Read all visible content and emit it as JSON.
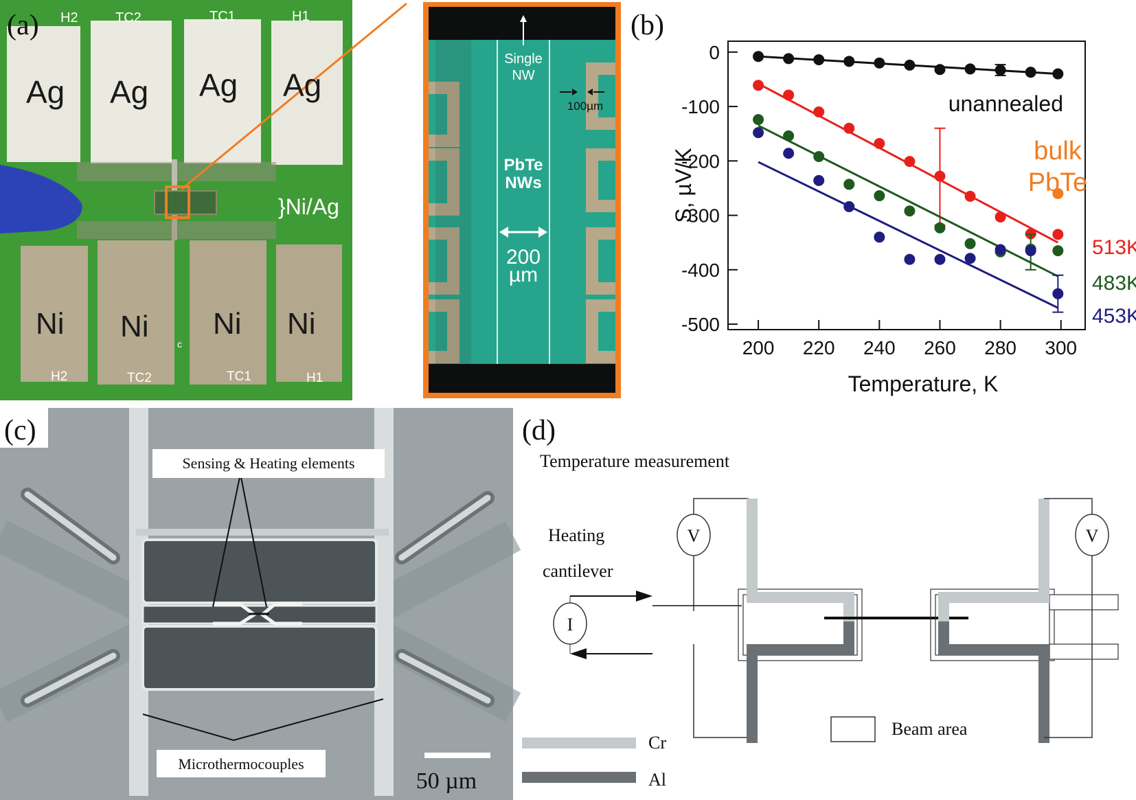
{
  "panels": {
    "a": {
      "label": "(a)",
      "pad_labels_top": [
        "H2",
        "TC2",
        "TC1",
        "H1"
      ],
      "pad_metals_top": [
        "Ag",
        "Ag",
        "Ag",
        "Ag"
      ],
      "pad_metals_bottom": [
        "Ni",
        "Ni",
        "Ni",
        "Ni"
      ],
      "pad_labels_bottom": [
        "H2",
        "TC2",
        "TC1",
        "H1"
      ],
      "junction_label": "}Ni/Ag",
      "small_c": "c",
      "inset": {
        "single_nw": [
          "Single",
          "NW"
        ],
        "scale_small": "100µm",
        "center_label": [
          "PbTe",
          "NWs"
        ],
        "scale_big": [
          "200",
          "µm"
        ]
      }
    },
    "b": {
      "label": "(b)"
    },
    "c": {
      "label": "(c)",
      "callout_top": "Sensing & Heating elements",
      "callout_bottom": "Microthermocouples",
      "scale_bar": "50 µm"
    },
    "d": {
      "label": "(d)",
      "title": "Temperature measurement",
      "heating": [
        "Heating",
        "cantilever"
      ],
      "volt_symbol": "V",
      "current_symbol": "I",
      "beam_area": "Beam area",
      "legend": [
        {
          "name": "Cr",
          "color": "#c4c9cb"
        },
        {
          "name": "Al",
          "color": "#6a7073"
        }
      ]
    }
  },
  "chart_data": {
    "type": "scatter",
    "xlabel": "Temperature, K",
    "ylabel": "S, µV/K",
    "xlim": [
      190,
      308
    ],
    "ylim": [
      -510,
      20
    ],
    "xticks": [
      200,
      220,
      240,
      260,
      280,
      300
    ],
    "yticks": [
      0,
      -100,
      -200,
      -300,
      -400,
      -500
    ],
    "series": [
      {
        "name": "unannealed",
        "color": "#111111",
        "x": [
          200,
          210,
          220,
          230,
          240,
          250,
          260,
          270,
          280,
          290,
          299
        ],
        "y": [
          -8,
          -12,
          -14,
          -17,
          -20,
          -24,
          -32,
          -31,
          -33,
          -37,
          -40
        ],
        "fit": [
          [
            200,
            -8
          ],
          [
            299,
            -40
          ]
        ],
        "error_bars": [
          {
            "x": 280,
            "y": -33,
            "low": -43,
            "high": -23
          }
        ]
      },
      {
        "name": "513K",
        "color": "#e8201c",
        "x": [
          200,
          210,
          220,
          230,
          240,
          250,
          260,
          270,
          280,
          290,
          299
        ],
        "y": [
          -61,
          -79,
          -110,
          -140,
          -168,
          -201,
          -228,
          -265,
          -303,
          -334,
          -335
        ],
        "fit": [
          [
            200,
            -58
          ],
          [
            299,
            -350
          ]
        ],
        "error_bars": [
          {
            "x": 260,
            "y": -228,
            "low": -318,
            "high": -140
          }
        ]
      },
      {
        "name": "483K",
        "color": "#1e5a1e",
        "x": [
          200,
          210,
          220,
          230,
          240,
          250,
          260,
          270,
          280,
          290,
          299
        ],
        "y": [
          -124,
          -154,
          -192,
          -243,
          -264,
          -292,
          -323,
          -352,
          -367,
          -362,
          -365
        ],
        "fit": [
          [
            200,
            -135
          ],
          [
            299,
            -412
          ]
        ],
        "error_bars": [
          {
            "x": 290,
            "y": -367,
            "low": -400,
            "high": -335
          }
        ]
      },
      {
        "name": "453K",
        "color": "#1f1d80",
        "x": [
          200,
          210,
          220,
          230,
          240,
          250,
          260,
          270,
          280,
          290,
          299
        ],
        "y": [
          -148,
          -186,
          -236,
          -284,
          -340,
          -381,
          -381,
          -379,
          -363,
          -365,
          -444
        ],
        "fit": [
          [
            200,
            -202
          ],
          [
            299,
            -470
          ]
        ],
        "error_bars": [
          {
            "x": 299,
            "y": -444,
            "low": -478,
            "high": -410
          }
        ]
      },
      {
        "name": "bulk PbTe",
        "color": "#f07d22",
        "x": [
          299
        ],
        "y": [
          -260
        ]
      }
    ],
    "series_labels": [
      {
        "text": "unannealed",
        "series": "unannealed"
      },
      {
        "text": "513K",
        "series": "513K"
      },
      {
        "text": "483K",
        "series": "483K"
      },
      {
        "text": "453K",
        "series": "453K"
      },
      {
        "text": "bulk",
        "series": "bulk PbTe"
      },
      {
        "text": "PbTe",
        "series": "bulk PbTe"
      }
    ]
  }
}
